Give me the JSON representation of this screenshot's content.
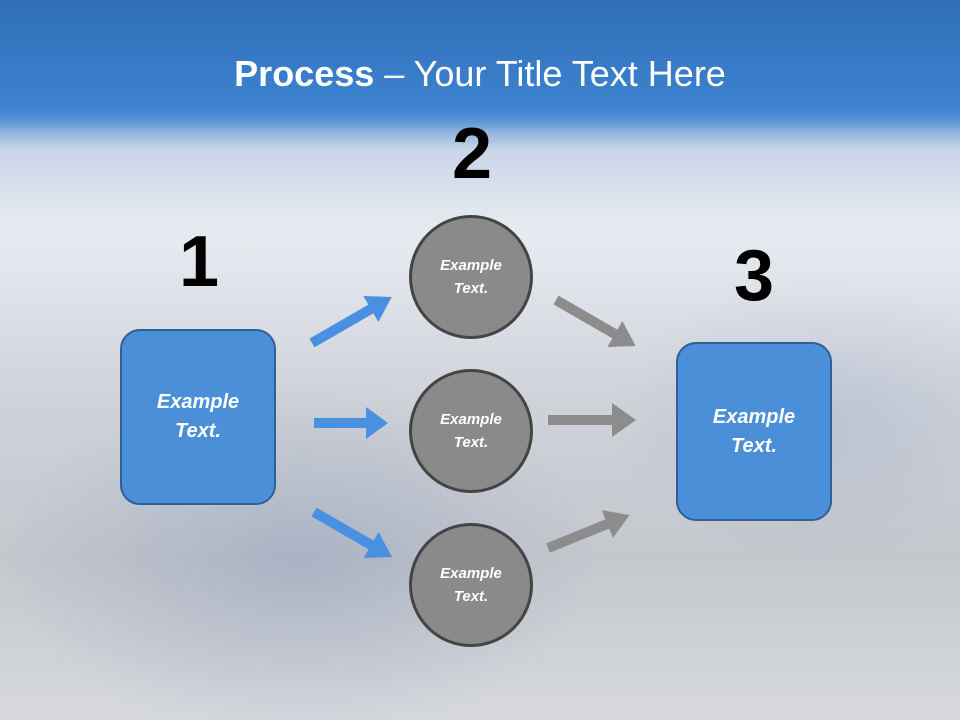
{
  "slide": {
    "title_bold": "Process",
    "title_rest": " – Your Title Text Here"
  },
  "steps": {
    "one": "1",
    "two": "2",
    "three": "3"
  },
  "left_box": {
    "label": "Example Text."
  },
  "right_box": {
    "label": "Example Text."
  },
  "circles": [
    {
      "label": "Example Text."
    },
    {
      "label": "Example Text."
    },
    {
      "label": "Example Text."
    }
  ],
  "colors": {
    "header": "#3b80cd",
    "box_fill": "#4b8fd8",
    "circle_fill": "#8a8a8a",
    "arrow_blue": "#4a90e0",
    "arrow_gray": "#8c8c8c"
  }
}
